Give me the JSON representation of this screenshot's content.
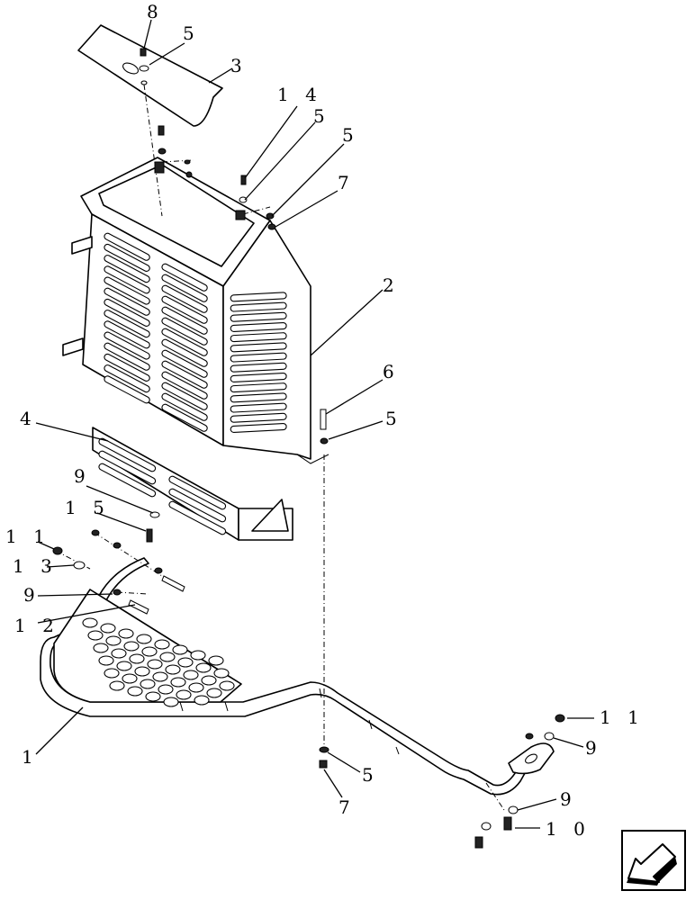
{
  "callouts": {
    "c1": "1",
    "c2": "2",
    "c3": "3",
    "c4": "4",
    "c5a": "5",
    "c5b": "5",
    "c5c": "5",
    "c5d": "5",
    "c5e": "5",
    "c6": "6",
    "c7a": "7",
    "c7b": "7",
    "c8": "8",
    "c9a": "9",
    "c9b": "9",
    "c9c": "9",
    "c9d": "9",
    "c10": "1 0",
    "c11a": "1 1",
    "c11b": "1 1",
    "c12": "1 2",
    "c13": "1 3",
    "c14": "1 4",
    "c15": "1 5"
  },
  "nav_icon": "previous-page-arrow-icon"
}
